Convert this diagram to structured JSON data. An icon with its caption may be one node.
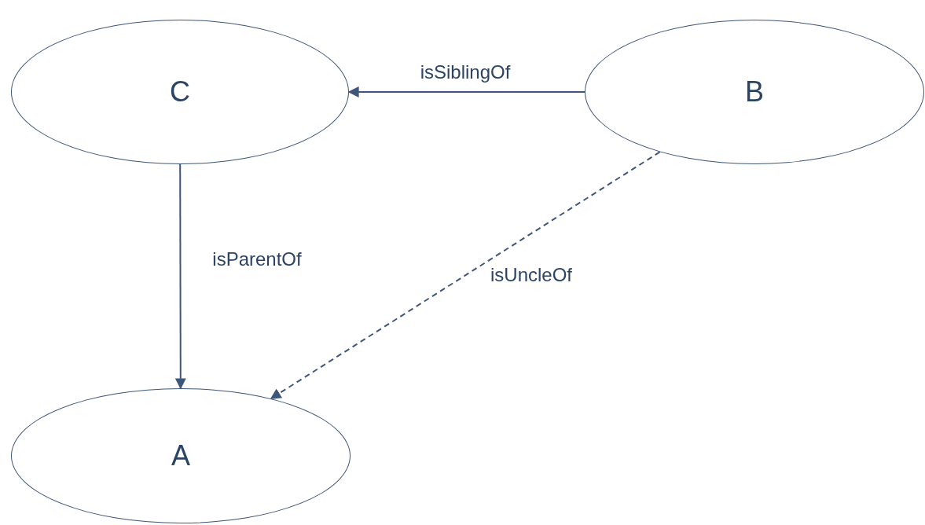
{
  "diagram": {
    "nodes": [
      {
        "text": [
          "C"
        ]
      },
      {
        "text": [
          "B"
        ]
      },
      {
        "text": [
          "A"
        ]
      }
    ],
    "edges": [
      {
        "from": 1,
        "to": 0,
        "arrow": "to",
        "label": "isSiblingOf"
      },
      {
        "from": 0,
        "to": 2,
        "arrow": "to",
        "label": "isParentOf"
      },
      {
        "from": 1,
        "to": 2,
        "arrow": "to",
        "label": "isUncleOf",
        "style": "dashed"
      }
    ]
  }
}
